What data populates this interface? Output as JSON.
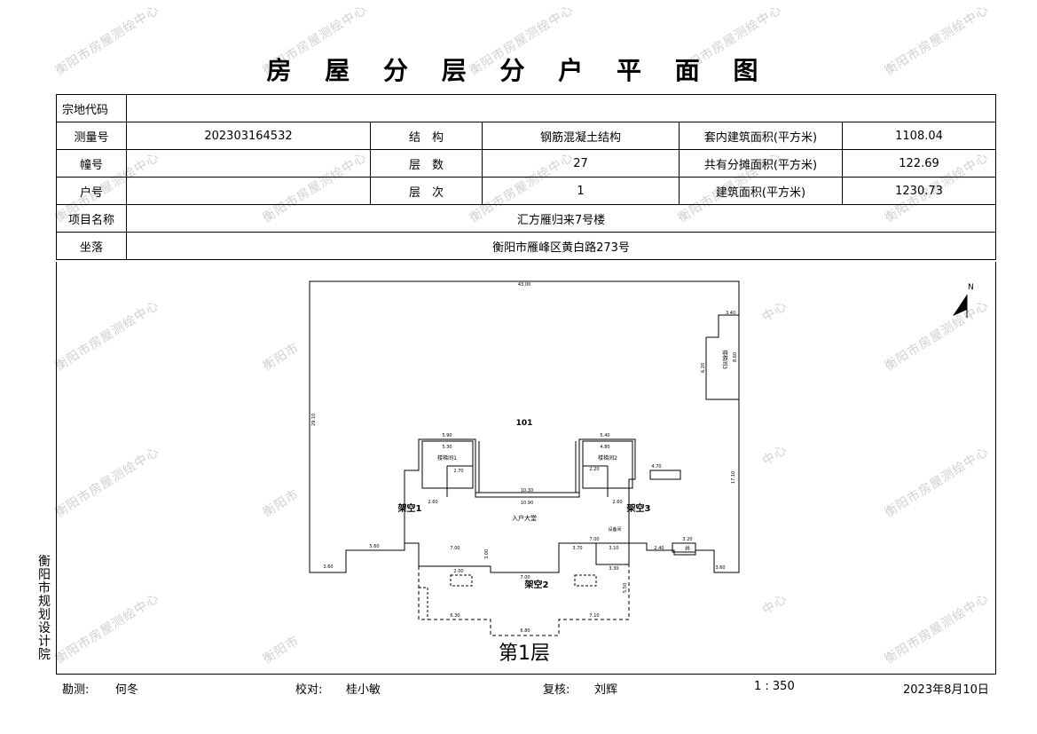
{
  "title": "房 屋 分 层 分 户 平 面 图",
  "info": {
    "zongdi_label": "宗地代码",
    "zongdi_value": "",
    "celiang_label": "测量号",
    "celiang_value": "202303164532",
    "jiegou_label": "结　构",
    "jiegou_value": "钢筋混凝土结构",
    "taonei_label": "套内建筑面积(平方米)",
    "taonei_value": "1108.04",
    "zhuang_label": "幢号",
    "zhuang_value": "",
    "censhu_label": "层　数",
    "censhu_value": "27",
    "gongyou_label": "共有分摊面积(平方米)",
    "gongyou_value": "122.69",
    "huhao_label": "户号",
    "huhao_value": "",
    "cenci_label": "层　次",
    "cenci_value": "1",
    "jianzhu_label": "建筑面积(平方米)",
    "jianzhu_value": "1230.73",
    "xiangmu_label": "项目名称",
    "xiangmu_value": "汇方雁归来7号楼",
    "zuoluo_label": "坐落",
    "zuoluo_value": "衡阳市雁峰区黄白路273号"
  },
  "plan": {
    "room_label": "101",
    "floor_label": "第1层",
    "north_label": "N",
    "lobby_label": "入户大堂",
    "jiakong1": "架空1",
    "jiakong2": "架空2",
    "jiakong3": "架空3",
    "stair1": "楼梯间1",
    "stair2": "楼梯间2",
    "stair3": "楼梯间3",
    "equip": "设备间",
    "well_small": "井",
    "dims": {
      "top": "43.00",
      "left": "29.10",
      "right": "17.10",
      "d590": "5.90",
      "d530": "5.30",
      "d540": "5.40",
      "d480": "4.80",
      "d1030": "10.30",
      "d1090": "10.90",
      "d270": "2.70",
      "d220": "2.20",
      "d260a": "2.60",
      "d260b": "2.60",
      "d560": "5.60",
      "d360a": "3.60",
      "d360b": "3.60",
      "d700a": "7.00",
      "d700b": "7.00",
      "d700c": "7.00",
      "d370": "3.70",
      "d310": "3.10",
      "d330": "3.30",
      "d470": "4.70",
      "d320": "3.20",
      "d240": "2.40",
      "d630": "6.30",
      "d680": "6.80",
      "d710": "7.10",
      "d550": "5.50",
      "d340": "3.40",
      "d860": "8.60",
      "d620": "6.20",
      "d200": "2.00",
      "d300": "3.00"
    }
  },
  "side_label": "衡阳市规划设计院",
  "footer": {
    "kance_label": "勘测:",
    "kance_name": "何冬",
    "jiaodui_label": "校对:",
    "jiaodui_name": "桂小敏",
    "fuhe_label": "复核:",
    "fuhe_name": "刘辉",
    "scale": "1 : 350",
    "date": "2023年8月10日"
  },
  "watermarks": {
    "full": "衡阳市房屋测绘中心",
    "part_a": "衡阳市",
    "part_b": "中心"
  }
}
